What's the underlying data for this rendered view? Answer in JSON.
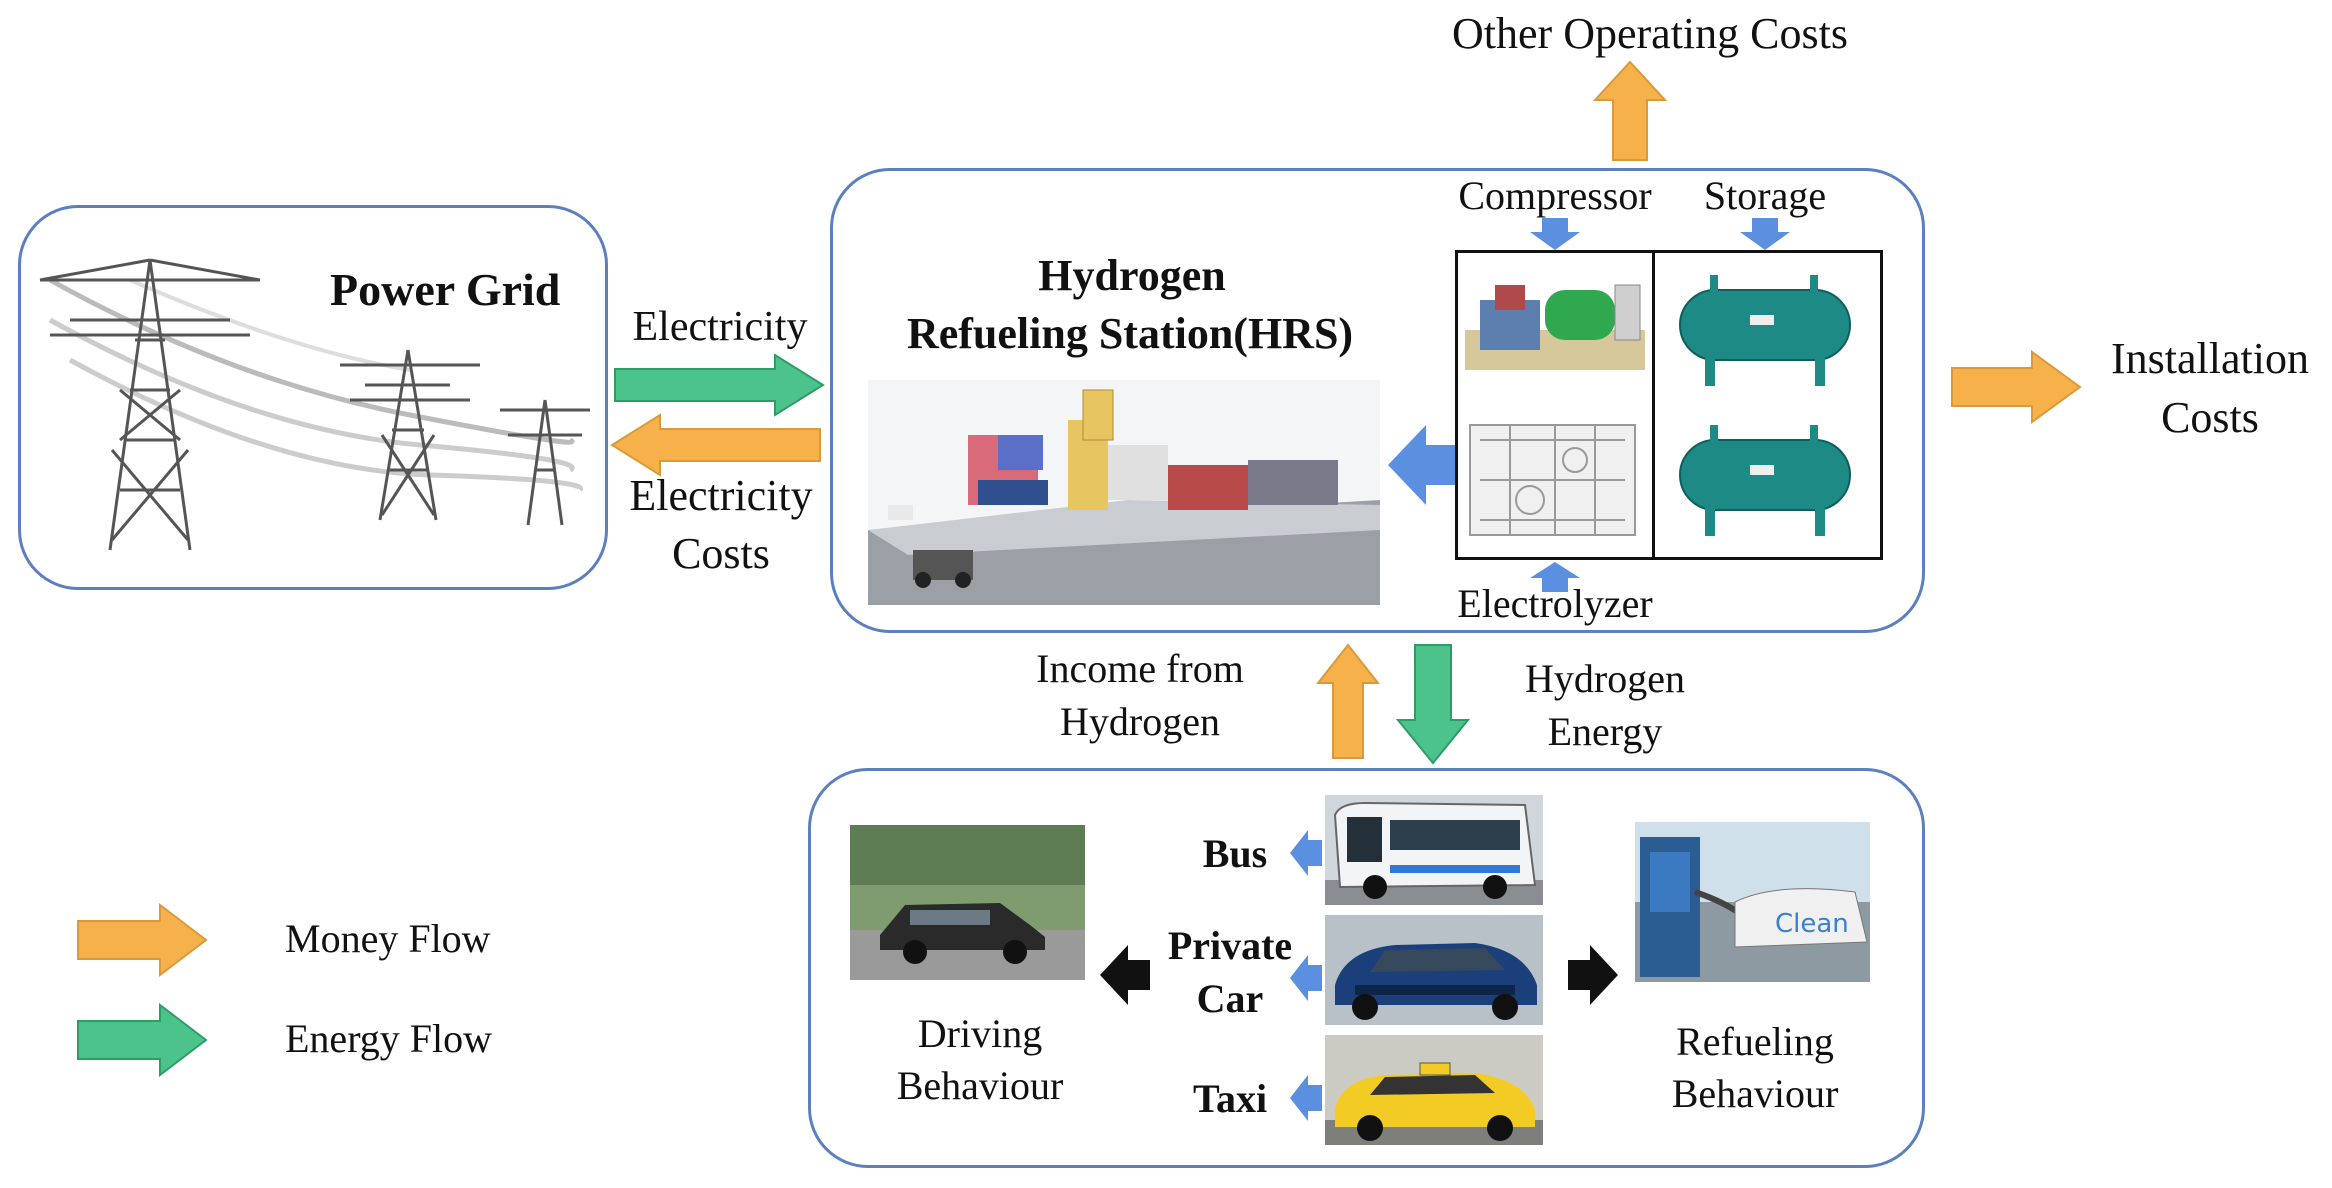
{
  "colors": {
    "money": "#f7b14b",
    "energy": "#4cc38a",
    "small_arrow": "#5b8fe0",
    "box_border": "#5b7fbf"
  },
  "top": {
    "other_costs": "Other Operating Costs"
  },
  "power_grid": {
    "title": "Power Grid",
    "icon": "power-tower-icon"
  },
  "flows": {
    "electricity": "Electricity",
    "electricity_costs_line1": "Electricity",
    "electricity_costs_line2": "Costs",
    "installation_line1": "Installation",
    "installation_line2": "Costs",
    "income_line1": "Income from",
    "income_line2": "Hydrogen",
    "hydrogen_energy_line1": "Hydrogen",
    "hydrogen_energy_line2": "Energy"
  },
  "hrs": {
    "title_line1": "Hydrogen",
    "title_line2": "Refueling Station(HRS)",
    "compressor": "Compressor",
    "storage": "Storage",
    "electrolyzer": "Electrolyzer"
  },
  "vehicles": {
    "bus": "Bus",
    "private_car_line1": "Private",
    "private_car_line2": "Car",
    "taxi": "Taxi",
    "driving_line1": "Driving",
    "driving_line2": "Behaviour",
    "refueling_line1": "Refueling",
    "refueling_line2": "Behaviour"
  },
  "legend": {
    "money": "Money Flow",
    "energy": "Energy Flow"
  }
}
